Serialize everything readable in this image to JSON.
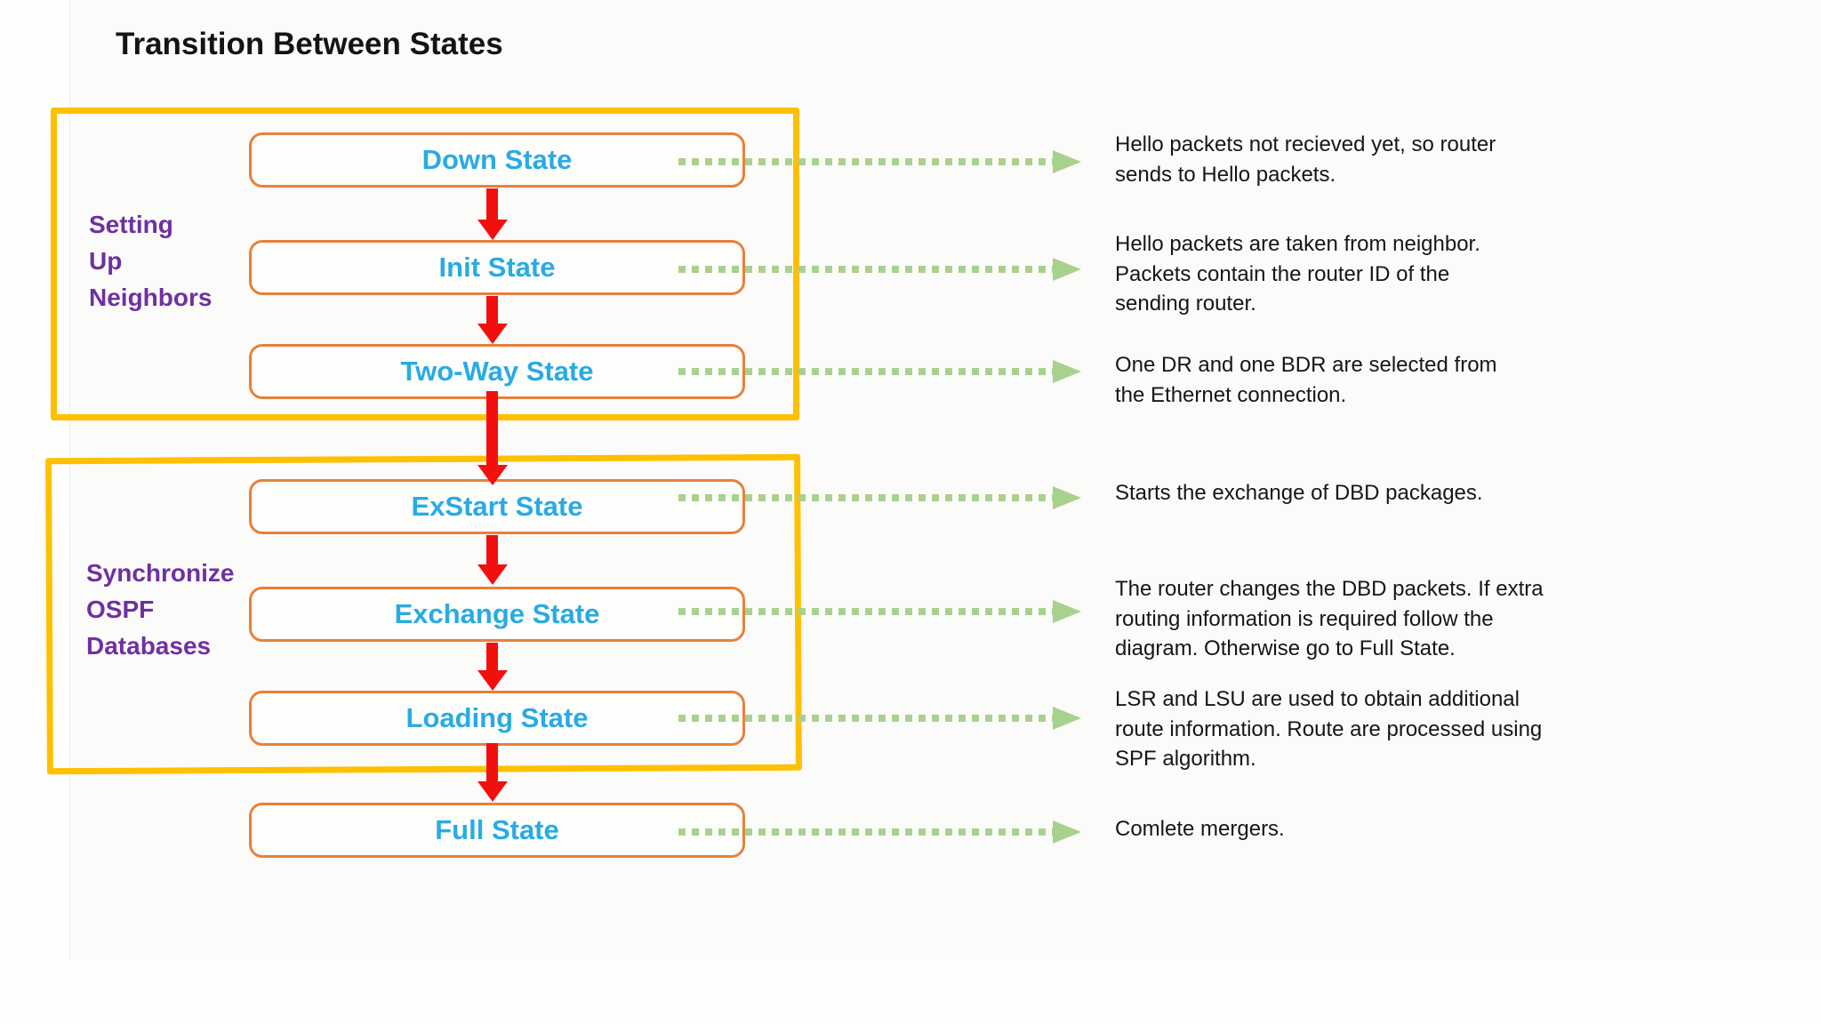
{
  "title": "Transition Between States",
  "groups": {
    "group1": {
      "label": "Setting\nUp\nNeighbors"
    },
    "group2": {
      "label": "Synchronize\nOSPF\nDatabases"
    }
  },
  "states": {
    "down": {
      "label": "Down State",
      "description": "Hello packets not recieved yet, so router\nsends to Hello packets."
    },
    "init": {
      "label": "Init State",
      "description": "Hello packets are taken from neighbor.\nPackets contain the router ID of the\nsending router."
    },
    "twoway": {
      "label": "Two-Way State",
      "description": "One DR and one BDR are selected from\nthe Ethernet connection."
    },
    "exstart": {
      "label": "ExStart State",
      "description": "Starts the exchange of DBD packages."
    },
    "exchange": {
      "label": "Exchange State",
      "description": "The router changes the DBD packets. If extra\nrouting information is required follow the\ndiagram. Otherwise go to Full State."
    },
    "loading": {
      "label": "Loading State",
      "description": "LSR and LSU are used to obtain additional\nroute information. Route are processed using\nSPF algorithm."
    },
    "full": {
      "label": "Full State",
      "description": "Comlete mergers."
    }
  },
  "colors": {
    "group_border": "#FFC000",
    "state_border": "#E8803A",
    "state_text": "#29ABE2",
    "group_label_text": "#7030A0",
    "flow_arrow": "#F2100F",
    "pointer_arrow": "#A9D18E",
    "body_text": "#161616"
  }
}
